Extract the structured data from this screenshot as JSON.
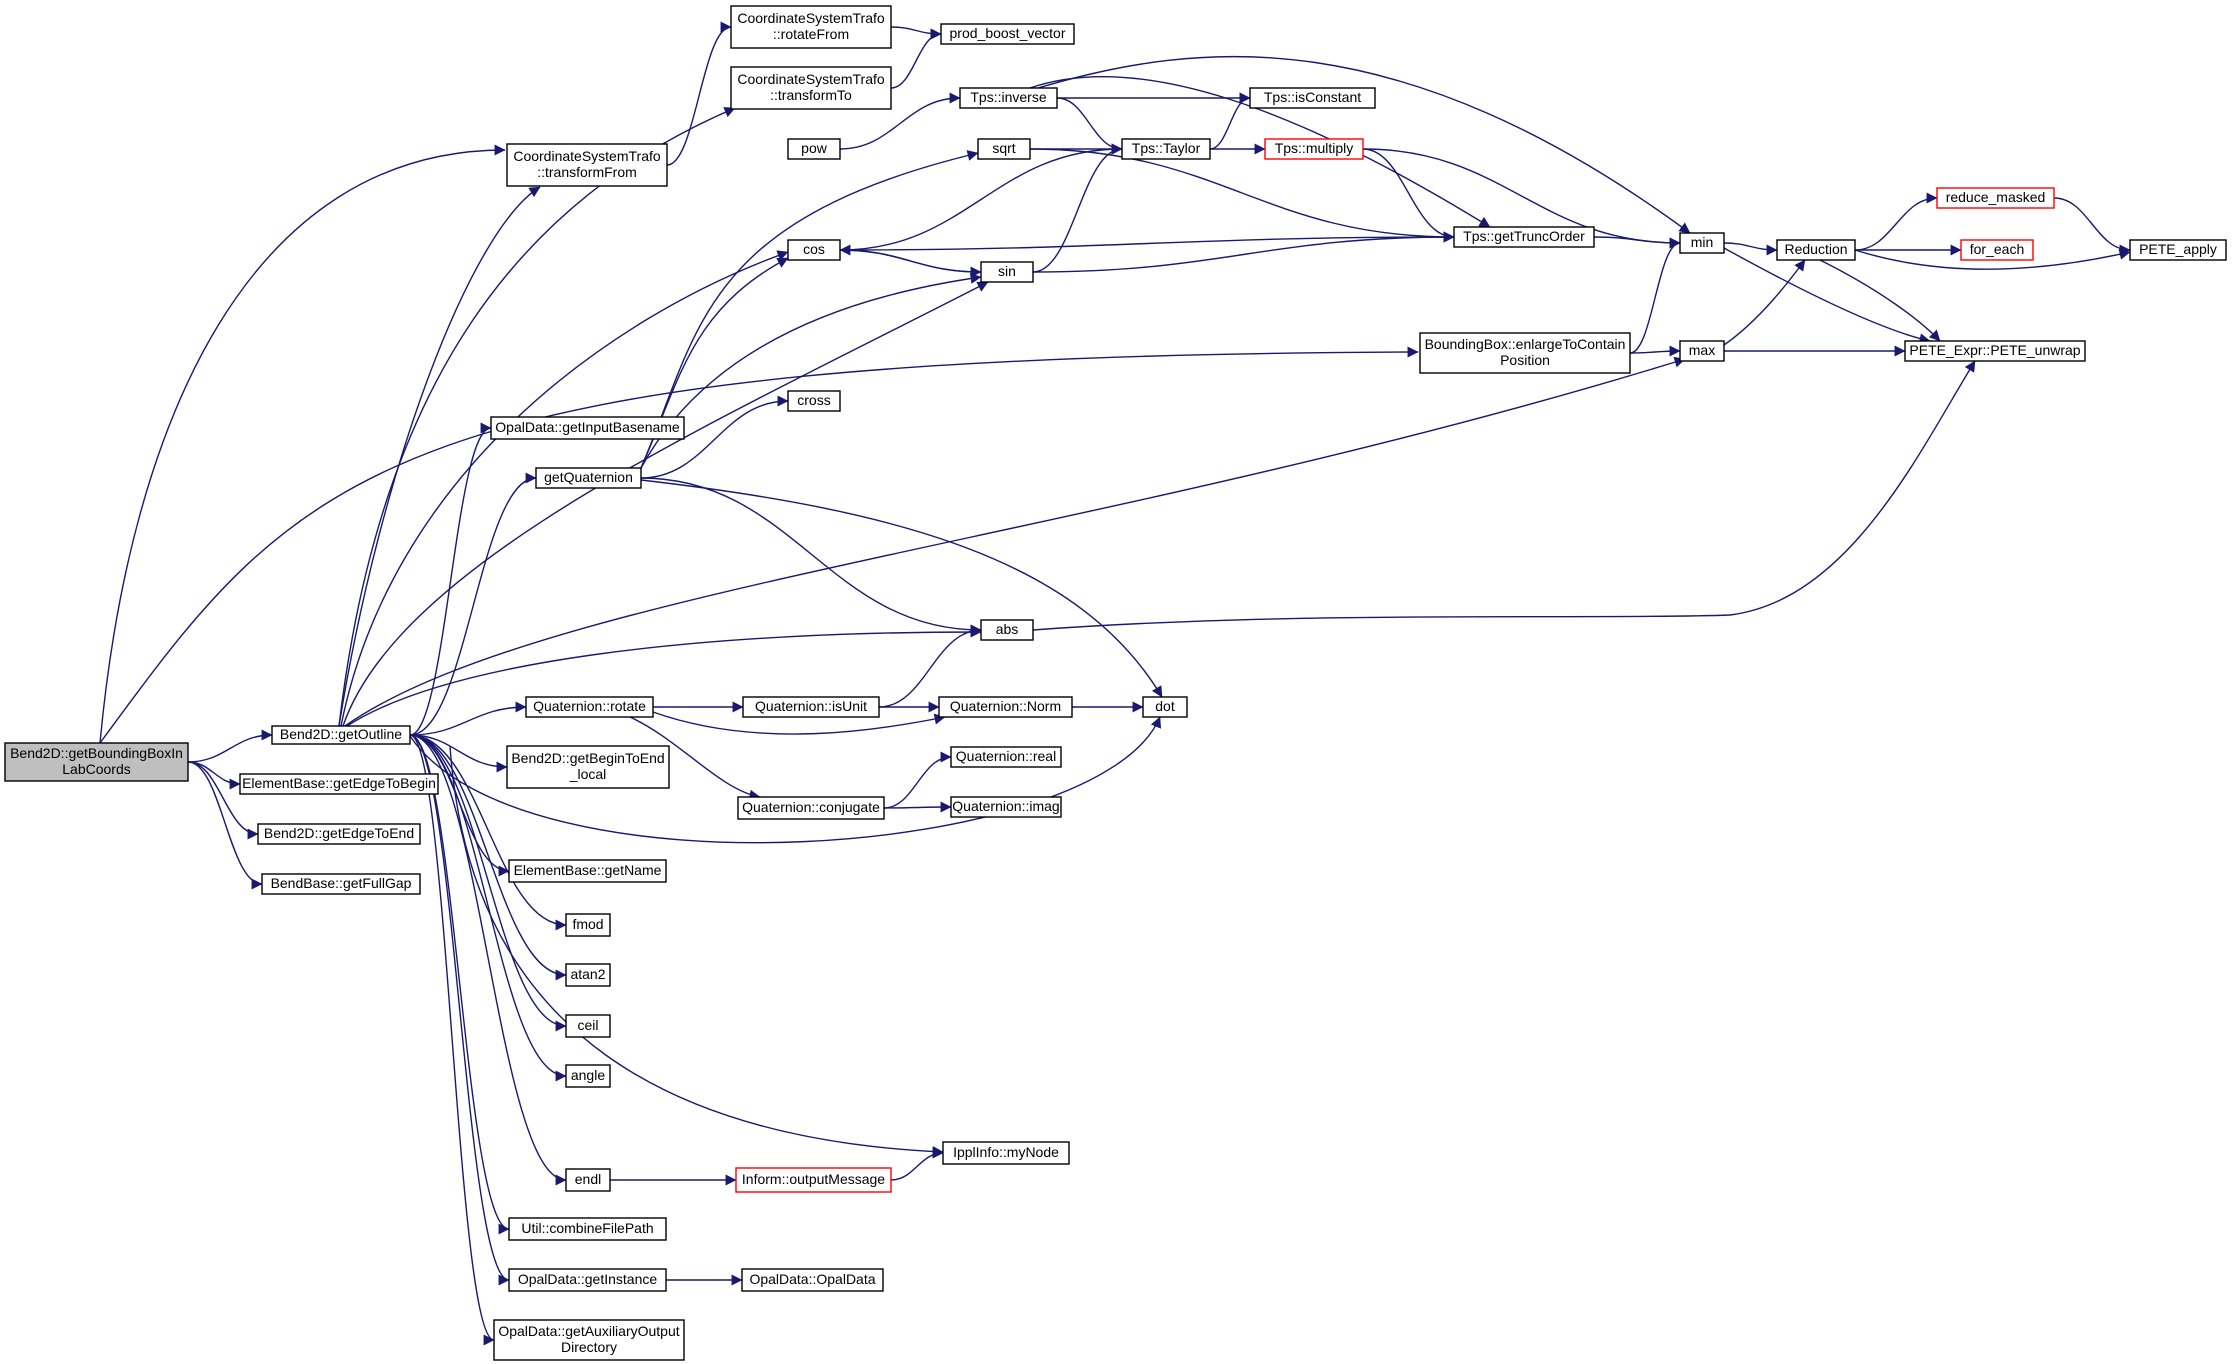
{
  "colors": {
    "edge": "#191970",
    "root_fill": "#bfbfbf",
    "node_border": "#000000",
    "truncated_border": "#ff0000"
  },
  "nodes": [
    {
      "id": "root",
      "lines": [
        "Bend2D::getBoundingBoxIn",
        "LabCoords"
      ],
      "style": "root"
    },
    {
      "id": "getOutline",
      "lines": [
        "Bend2D::getOutline"
      ]
    },
    {
      "id": "edgeBegin",
      "lines": [
        "ElementBase::getEdgeToBegin"
      ]
    },
    {
      "id": "edgeEnd",
      "lines": [
        "Bend2D::getEdgeToEnd"
      ]
    },
    {
      "id": "fullGap",
      "lines": [
        "BendBase::getFullGap"
      ]
    },
    {
      "id": "transformFrom",
      "lines": [
        "CoordinateSystemTrafo",
        "::transformFrom"
      ]
    },
    {
      "id": "rotateFrom",
      "lines": [
        "CoordinateSystemTrafo",
        "::rotateFrom"
      ]
    },
    {
      "id": "transformTo",
      "lines": [
        "CoordinateSystemTrafo",
        "::transformTo"
      ]
    },
    {
      "id": "prodBoost",
      "lines": [
        "prod_boost_vector"
      ]
    },
    {
      "id": "pow",
      "lines": [
        "pow"
      ]
    },
    {
      "id": "tpsInverse",
      "lines": [
        "Tps::inverse"
      ]
    },
    {
      "id": "sqrt",
      "lines": [
        "sqrt"
      ]
    },
    {
      "id": "tpsTaylor",
      "lines": [
        "Tps::Taylor"
      ]
    },
    {
      "id": "tpsIsConstant",
      "lines": [
        "Tps::isConstant"
      ]
    },
    {
      "id": "tpsMultiply",
      "lines": [
        "Tps::multiply"
      ],
      "style": "red"
    },
    {
      "id": "cos",
      "lines": [
        "cos"
      ]
    },
    {
      "id": "sin",
      "lines": [
        "sin"
      ]
    },
    {
      "id": "getTruncOrder",
      "lines": [
        "Tps::getTruncOrder"
      ]
    },
    {
      "id": "min",
      "lines": [
        "min"
      ]
    },
    {
      "id": "reduction",
      "lines": [
        "Reduction"
      ]
    },
    {
      "id": "reduceMasked",
      "lines": [
        "reduce_masked"
      ],
      "style": "red"
    },
    {
      "id": "forEach",
      "lines": [
        "for_each"
      ],
      "style": "red"
    },
    {
      "id": "peteApply",
      "lines": [
        "PETE_apply"
      ]
    },
    {
      "id": "enlarge",
      "lines": [
        "BoundingBox::enlargeToContain",
        "Position"
      ]
    },
    {
      "id": "max",
      "lines": [
        "max"
      ]
    },
    {
      "id": "peteUnwrap",
      "lines": [
        "PETE_Expr::PETE_unwrap"
      ]
    },
    {
      "id": "inputBasename",
      "lines": [
        "OpalData::getInputBasename"
      ]
    },
    {
      "id": "cross",
      "lines": [
        "cross"
      ]
    },
    {
      "id": "getQuaternion",
      "lines": [
        "getQuaternion"
      ]
    },
    {
      "id": "abs",
      "lines": [
        "abs"
      ]
    },
    {
      "id": "qRotate",
      "lines": [
        "Quaternion::rotate"
      ]
    },
    {
      "id": "qIsUnit",
      "lines": [
        "Quaternion::isUnit"
      ]
    },
    {
      "id": "qNorm",
      "lines": [
        "Quaternion::Norm"
      ]
    },
    {
      "id": "dot",
      "lines": [
        "dot"
      ]
    },
    {
      "id": "beginToEnd",
      "lines": [
        "Bend2D::getBeginToEnd",
        "_local"
      ]
    },
    {
      "id": "qReal",
      "lines": [
        "Quaternion::real"
      ]
    },
    {
      "id": "qConjugate",
      "lines": [
        "Quaternion::conjugate"
      ]
    },
    {
      "id": "qImag",
      "lines": [
        "Quaternion::imag"
      ]
    },
    {
      "id": "getName",
      "lines": [
        "ElementBase::getName"
      ]
    },
    {
      "id": "fmod",
      "lines": [
        "fmod"
      ]
    },
    {
      "id": "atan2",
      "lines": [
        "atan2"
      ]
    },
    {
      "id": "ceil",
      "lines": [
        "ceil"
      ]
    },
    {
      "id": "angle",
      "lines": [
        "angle"
      ]
    },
    {
      "id": "myNode",
      "lines": [
        "IpplInfo::myNode"
      ]
    },
    {
      "id": "endl",
      "lines": [
        "endl"
      ]
    },
    {
      "id": "outputMessage",
      "lines": [
        "Inform::outputMessage"
      ],
      "style": "red"
    },
    {
      "id": "combinePath",
      "lines": [
        "Util::combineFilePath"
      ]
    },
    {
      "id": "getInstance",
      "lines": [
        "OpalData::getInstance"
      ]
    },
    {
      "id": "opalData",
      "lines": [
        "OpalData::OpalData"
      ]
    },
    {
      "id": "auxDir",
      "lines": [
        "OpalData::getAuxiliaryOutput",
        "Directory"
      ]
    }
  ],
  "edges": [
    [
      "root",
      "getOutline"
    ],
    [
      "root",
      "edgeBegin"
    ],
    [
      "root",
      "edgeEnd"
    ],
    [
      "root",
      "fullGap"
    ],
    [
      "root",
      "transformFrom"
    ],
    [
      "root",
      "enlarge"
    ],
    [
      "transformFrom",
      "rotateFrom"
    ],
    [
      "rotateFrom",
      "prodBoost"
    ],
    [
      "transformTo",
      "prodBoost"
    ],
    [
      "getOutline",
      "transformFrom"
    ],
    [
      "getOutline",
      "transformTo"
    ],
    [
      "getOutline",
      "cos"
    ],
    [
      "getOutline",
      "inputBasename"
    ],
    [
      "getOutline",
      "getQuaternion"
    ],
    [
      "getOutline",
      "sin"
    ],
    [
      "getOutline",
      "max"
    ],
    [
      "getOutline",
      "abs"
    ],
    [
      "getOutline",
      "qRotate"
    ],
    [
      "getOutline",
      "beginToEnd"
    ],
    [
      "getOutline",
      "dot"
    ],
    [
      "getOutline",
      "getName"
    ],
    [
      "getOutline",
      "fmod"
    ],
    [
      "getOutline",
      "atan2"
    ],
    [
      "getOutline",
      "ceil"
    ],
    [
      "getOutline",
      "angle"
    ],
    [
      "getOutline",
      "myNode"
    ],
    [
      "getOutline",
      "endl"
    ],
    [
      "getOutline",
      "combinePath"
    ],
    [
      "getOutline",
      "getInstance"
    ],
    [
      "getOutline",
      "auxDir"
    ],
    [
      "pow",
      "tpsInverse"
    ],
    [
      "tpsInverse",
      "tpsTaylor"
    ],
    [
      "tpsInverse",
      "tpsIsConstant"
    ],
    [
      "tpsInverse",
      "getTruncOrder"
    ],
    [
      "tpsInverse",
      "min"
    ],
    [
      "sqrt",
      "tpsTaylor"
    ],
    [
      "sqrt",
      "getTruncOrder"
    ],
    [
      "tpsTaylor",
      "tpsIsConstant"
    ],
    [
      "tpsTaylor",
      "tpsMultiply"
    ],
    [
      "tpsMultiply",
      "getTruncOrder"
    ],
    [
      "tpsMultiply",
      "min"
    ],
    [
      "cos",
      "tpsTaylor"
    ],
    [
      "cos",
      "sin"
    ],
    [
      "cos",
      "getTruncOrder"
    ],
    [
      "sin",
      "tpsTaylor"
    ],
    [
      "sin",
      "cos"
    ],
    [
      "sin",
      "getTruncOrder"
    ],
    [
      "getTruncOrder",
      "min"
    ],
    [
      "min",
      "reduction"
    ],
    [
      "min",
      "peteUnwrap"
    ],
    [
      "reduction",
      "reduceMasked"
    ],
    [
      "reduction",
      "forEach"
    ],
    [
      "reduction",
      "peteApply"
    ],
    [
      "reduction",
      "peteUnwrap"
    ],
    [
      "reduceMasked",
      "peteApply"
    ],
    [
      "enlarge",
      "min"
    ],
    [
      "enlarge",
      "max"
    ],
    [
      "max",
      "reduction"
    ],
    [
      "max",
      "peteUnwrap"
    ],
    [
      "getQuaternion",
      "sqrt"
    ],
    [
      "getQuaternion",
      "cos"
    ],
    [
      "getQuaternion",
      "sin"
    ],
    [
      "getQuaternion",
      "cross"
    ],
    [
      "getQuaternion",
      "abs"
    ],
    [
      "getQuaternion",
      "dot"
    ],
    [
      "abs",
      "peteUnwrap"
    ],
    [
      "qRotate",
      "qIsUnit"
    ],
    [
      "qRotate",
      "qNorm"
    ],
    [
      "qRotate",
      "qConjugate"
    ],
    [
      "qIsUnit",
      "abs"
    ],
    [
      "qIsUnit",
      "qNorm"
    ],
    [
      "qNorm",
      "dot"
    ],
    [
      "qConjugate",
      "qReal"
    ],
    [
      "qConjugate",
      "qImag"
    ],
    [
      "endl",
      "outputMessage"
    ],
    [
      "outputMessage",
      "myNode"
    ],
    [
      "getInstance",
      "opalData"
    ]
  ]
}
